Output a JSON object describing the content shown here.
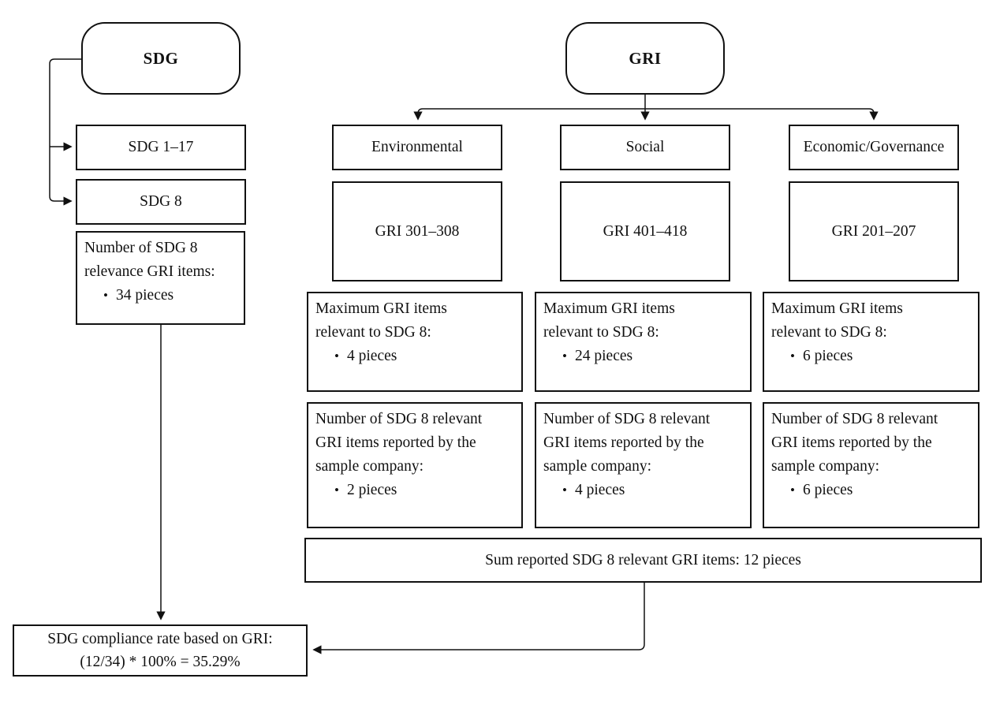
{
  "palette": {
    "line_color": "#111111",
    "background": "#ffffff"
  },
  "sdg_branch": {
    "root_label": "SDG",
    "range_label": "SDG 1–17",
    "focus_label": "SDG 8",
    "relevance_text": "Number of SDG 8\nrelevance GRI items:",
    "relevance_bullet": "34 pieces"
  },
  "gri_branch": {
    "root_label": "GRI",
    "columns": [
      {
        "category_label": "Environmental",
        "range_label": "GRI 301–308",
        "max_text": "Maximum GRI items\nrelevant to SDG 8:",
        "max_bullet": "4 pieces",
        "reported_text": "Number of SDG 8 relevant\nGRI items reported by the\nsample company:",
        "reported_bullet": "2 pieces"
      },
      {
        "category_label": "Social",
        "range_label": "GRI 401–418",
        "max_text": "Maximum GRI items\nrelevant to SDG 8:",
        "max_bullet": "24 pieces",
        "reported_text": "Number of SDG 8 relevant\nGRI items reported by the\nsample company:",
        "reported_bullet": "4 pieces"
      },
      {
        "category_label": "Economic/Governance",
        "range_label": "GRI 201–207",
        "max_text": "Maximum GRI items\nrelevant to SDG 8:",
        "max_bullet": "6 pieces",
        "reported_text": "Number of SDG 8 relevant\nGRI items reported by the\nsample company:",
        "reported_bullet": "6 pieces"
      }
    ],
    "sum_label": "Sum reported SDG 8 relevant GRI items: 12 pieces"
  },
  "result": {
    "line1": "SDG compliance rate based on GRI:",
    "line2": "(12/34) * 100% = 35.29%"
  }
}
